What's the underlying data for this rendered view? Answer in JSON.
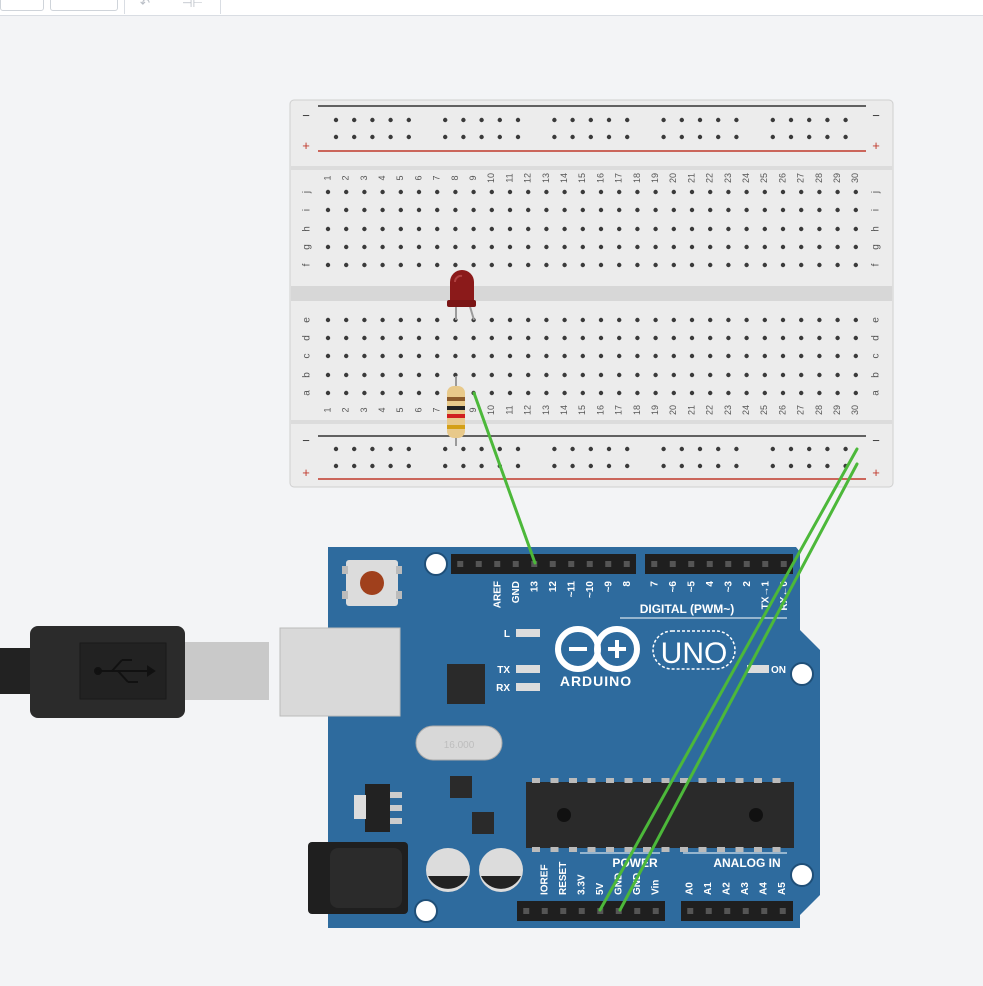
{
  "toolbar": {
    "icons": [
      "rotate-icon",
      "mirror-icon"
    ]
  },
  "breadboard": {
    "columns": 30,
    "rows_top": [
      "j",
      "i",
      "h",
      "g",
      "f"
    ],
    "rows_bottom": [
      "e",
      "d",
      "c",
      "b",
      "a"
    ],
    "rail_minus": "−",
    "rail_plus": "+"
  },
  "arduino": {
    "brand": "ARDUINO",
    "model": "UNO",
    "logo": "− +",
    "crystal": "16.000",
    "led_l": "L",
    "led_tx": "TX",
    "led_rx": "RX",
    "led_on": "ON",
    "digital_label": "DIGITAL (PWM~)",
    "power_label": "POWER",
    "analog_label": "ANALOG IN",
    "digital_pins": [
      "AREF",
      "GND",
      "13",
      "12",
      "~11",
      "~10",
      "~9",
      "8",
      "7",
      "~6",
      "~5",
      "4",
      "~3",
      "2",
      "TX→1",
      "RX←0"
    ],
    "power_pins": [
      "IOREF",
      "RESET",
      "3.3V",
      "5V",
      "GND",
      "GND",
      "Vin"
    ],
    "analog_pins": [
      "A0",
      "A1",
      "A2",
      "A3",
      "A4",
      "A5"
    ]
  },
  "colors": {
    "board": "#2e6b9e",
    "wire": "#4cb83a",
    "led": "#8b1a1a",
    "rail_red": "#c0392b",
    "breadboard": "#e8e8e8"
  }
}
